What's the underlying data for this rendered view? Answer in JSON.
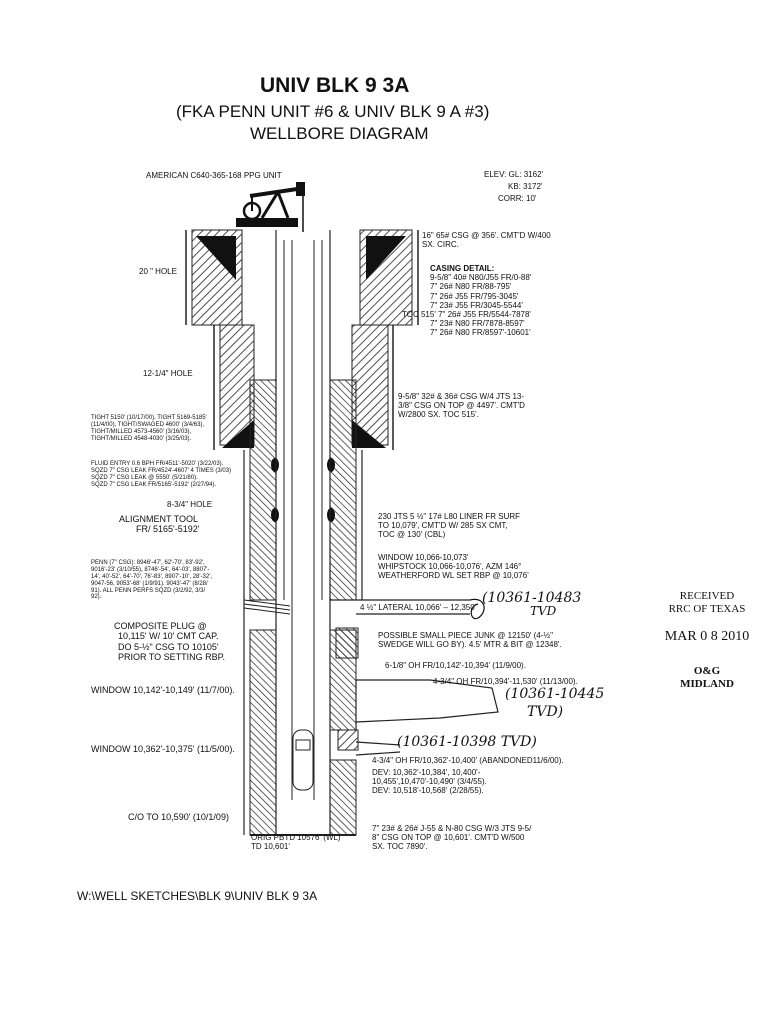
{
  "header": {
    "title": "UNIV BLK 9 3A",
    "subtitle": "(FKA PENN UNIT #6 & UNIV BLK 9 A #3)",
    "diagram_title": "WELLBORE DIAGRAM"
  },
  "pump_unit": "AMERICAN C640-365-168 PPG UNIT",
  "elevation": {
    "gl": "ELEV: GL: 3162'",
    "kb": "KB: 3172'",
    "corr": "CORR:  10'"
  },
  "left_labels": {
    "hole_20": "20 \" HOLE",
    "hole_12": "12-1/4\" HOLE",
    "tight": [
      "TIGHT 5150' (10/17/00), TIGHT 5169-5185'",
      "(11/4/00), TIGHT/SWAGED 4600' (3/4/63),",
      "TIGHT/MILLED 4573-4560' (3/16/03),",
      "TIGHT/MILLED 4548-4030' (3/25/03)."
    ],
    "fluid": [
      "FLUID ENTRY 0.6 BPH FR/4511'-5020' (3/22/03).",
      "SQZD 7\" CSG LEAK FR/4524'-4607' 4 TIMES (3/03)",
      "SQZD 7\" CSG LEAK @ 5550' (5/21/80).",
      "SQZD 7\" CSG LEAK FR/5165'-5192' (2/27/94)."
    ],
    "hole_8": "8-3/4\" HOLE",
    "alignment": [
      "ALIGNMENT TOOL",
      "FR/ 5165'-5192'"
    ],
    "penn": [
      "PENN (7\" CSG): 8946'-47', 62'-70', 83'-92',",
      "9016'-23' (3/10/55), 8746'-54', 64'-03', 8807'-",
      "14', 40'-52', 64'-70', 76'-83', 8907'-10', 28'-32',",
      "9047-56, 9053'-68' (1/9/91). 9043'-47' (8/28/",
      "91). ALL PENN PERFS SQZD (3/2/92, 3/3/",
      "92)."
    ],
    "plug": [
      "COMPOSITE PLUG @",
      "10,115' W/ 10' CMT CAP.",
      "DO 5-½\" CSG TO 10105'",
      "PRIOR TO SETTING RBP."
    ],
    "window1": "WINDOW 10,142'-10,149' (11/7/00).",
    "window2": "WINDOW 10,362'-10,375' (11/5/00).",
    "co": "C/O TO 10,590' (10/1/09)",
    "pbtd": [
      "ORIG PBTD 10576' (WL)",
      "TD 10,601'"
    ]
  },
  "right_labels": {
    "csg16": [
      "16\" 65# CSG @ 356'. CMT'D W/400",
      "SX. CIRC."
    ],
    "casing_detail": [
      "CASING DETAIL:",
      "9-5/8\" 40# N80/J55 FR/0-88'",
      "7\" 26# N80 FR/88-795'",
      "7\" 26# J55 FR/795-3045'",
      "7\" 23# J55 FR/3045-5544'",
      "TOC 515' 7\" 26# J55 FR/5544-7878'",
      "7\" 23# N80 FR/7878-8597'",
      "7\" 26# N80 FR/8597'-10601'"
    ],
    "csg958": [
      "9-5/8\" 32# & 36# CSG W/4 JTS 13-",
      "3/8\" CSG ON TOP @ 4497'. CMT'D",
      "W/2800 SX. TOC 515'."
    ],
    "liner": [
      "230 JTS 5 ½\" 17# L80 LINER FR SURF",
      "TO 10,079', CMT'D W/ 285 SX CMT,",
      "TOC @ 130' (CBL)"
    ],
    "window": [
      "WINDOW 10,066-10,073'",
      "WHIPSTOCK 10,066-10,076', AZM 146°",
      "WEATHERFORD WL SET RBP @ 10,076'"
    ],
    "lateral": "4 ½\" LATERAL 10,066' – 12,350'",
    "junk": [
      "POSSIBLE SMALL PIECE JUNK @ 12150' (4-½\"",
      "SWEDGE WILL GO BY). 4.5' MTR & BIT @ 12348'."
    ],
    "oh618": "6-1/8\" OH FR/10,142'-10,394' (11/9/00).",
    "oh434a": "4-3/4\" OH FR/10,394'-11,530' (11/13/00).",
    "oh434b": "4-3/4\" OH FR/10,362'-10,400' (ABANDONED11/6/00).",
    "dev": [
      "DEV: 10,362'-10,384', 10,400'-",
      "10,455',10,470'-10,490' (3/4/55).",
      "DEV: 10,518'-10,568' (2/28/55)."
    ],
    "csg7": [
      "7\" 23# & 26# J-55 & N-80 CSG W/3 JTS 9-5/",
      "8\" CSG ON TOP @ 10,601'. CMT'D W/500",
      "SX. TOC 7890'."
    ]
  },
  "handwritten": {
    "tvd1": "(10361-10483",
    "tvd1b": "TVD",
    "tvd2": "(10361-10445",
    "tvd2b": "TVD)",
    "tvd3": "(10361-10398 TVD)"
  },
  "stamp": {
    "received": "RECEIVED",
    "rrc": "RRC OF TEXAS",
    "date": "MAR 0 8 2010",
    "og": "O&G",
    "midland": "MIDLAND"
  },
  "footer_path": "W:\\WELL SKETCHES\\BLK 9\\UNIV BLK 9 3A"
}
